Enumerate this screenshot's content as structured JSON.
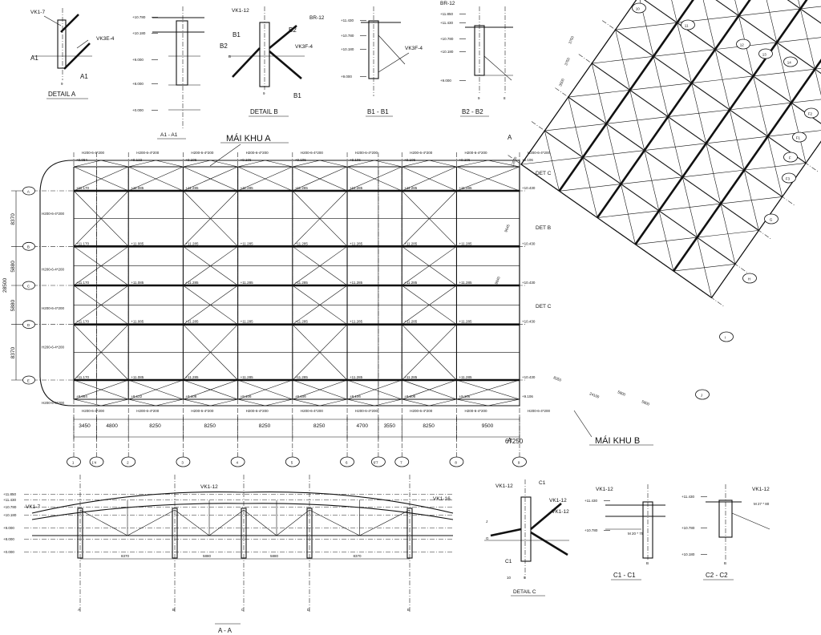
{
  "plan": {
    "title": "MÁI KHU A",
    "grid_cols": [
      "1",
      "1'4",
      "2",
      "3",
      "4",
      "5",
      "6",
      "6'7",
      "7",
      "8",
      "9"
    ],
    "grid_rows": [
      "A",
      "B",
      "C",
      "D",
      "E"
    ],
    "col_dims": [
      "3450",
      "4800",
      "8250",
      "8250",
      "8250",
      "8250",
      "4700",
      "3550",
      "8250",
      "9500"
    ],
    "total": "67250",
    "row_dims": [
      "8370",
      "5880",
      "5880",
      "8370"
    ],
    "row_total": "28500",
    "section_mark": "A",
    "top_levels": [
      "+9.084",
      "+9.122",
      "+9.106",
      "+9.106",
      "+9.106",
      "+9.106",
      "+9.106",
      "+9.106",
      "+9.106",
      "+9.126"
    ],
    "mid_levels": [
      "+11.170",
      "+11.085",
      "+11.285",
      "+11.285",
      "+11.285",
      "+11.285",
      "+11.285",
      "+11.285",
      "+10.430"
    ],
    "member_label": "H200-6-4*200"
  },
  "plan_b": {
    "title": "MÁI KHU B",
    "grid_nums": [
      "10",
      "11",
      "12",
      "13",
      "14"
    ],
    "grid_letters": [
      "F2",
      "F1",
      "F",
      "F3",
      "G",
      "H",
      "I",
      "J"
    ],
    "dims_top": [
      "3750",
      "3750",
      "3500"
    ],
    "dims_left": [
      "12500",
      "9645",
      "9840"
    ],
    "dims_bottom": [
      "8250",
      "24100",
      "5800",
      "5800"
    ],
    "details": [
      "DET C",
      "DET B",
      "DET C"
    ],
    "section_mark": "A"
  },
  "detail_a": {
    "title": "DETAIL A",
    "labels": [
      "VK1-7",
      "VK3E-4",
      "A1",
      "A1",
      "9"
    ]
  },
  "sec_a1": {
    "title": "A1 - A1",
    "levels": [
      "+10.780",
      "+10.180",
      "+9.000",
      "+8.000",
      "+0.000"
    ]
  },
  "detail_b": {
    "title": "DETAIL B",
    "labels": [
      "VK1-12",
      "BR-12",
      "B1",
      "B2",
      "B2",
      "B",
      "VK3F-4",
      "B1",
      "9"
    ]
  },
  "sec_b1": {
    "title": "B1 - B1",
    "levels": [
      "+11.430",
      "+10.780",
      "+10.180",
      "+9.000"
    ],
    "labels": [
      "VK3F-4"
    ]
  },
  "sec_b2": {
    "title": "B2 - B2",
    "levels": [
      "+11.850",
      "+11.430",
      "+10.780",
      "+10.180",
      "+9.000"
    ],
    "labels": [
      "BR-12",
      "9",
      "8"
    ]
  },
  "sec_aa": {
    "title": "A - A",
    "levels": [
      "+11.850",
      "+11.430",
      "+10.780",
      "+10.180",
      "+9.000",
      "+8.000",
      "+0.000"
    ],
    "dims": [
      "8370",
      "5880",
      "5880",
      "8370"
    ],
    "grids": [
      "A",
      "B",
      "C",
      "D",
      "E"
    ],
    "labels": [
      "VK1-12",
      "VK1-7",
      "VK1-16"
    ]
  },
  "detail_c": {
    "title": "DETAIL C",
    "labels": [
      "VK1-12",
      "VK1-12",
      "VK1-12",
      "C1",
      "C1",
      "J",
      "G",
      "10",
      "9"
    ]
  },
  "sec_c1": {
    "title": "C1 - C1",
    "levels": [
      "+11.430",
      "+10.780"
    ],
    "labels": [
      "VK1-12",
      "M 20 * 75",
      "B"
    ]
  },
  "sec_c2": {
    "title": "C2 - C2",
    "levels": [
      "+11.430",
      "+10.780",
      "+10.180"
    ],
    "labels": [
      "VK1-12",
      "M 27 * 80",
      "B"
    ]
  }
}
